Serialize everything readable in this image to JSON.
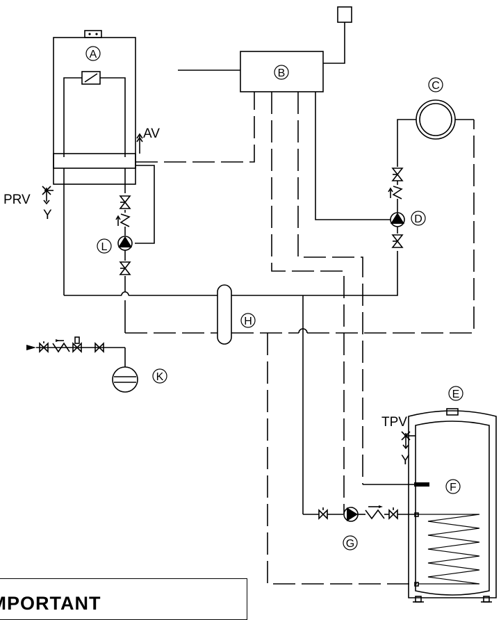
{
  "labels": {
    "A": "A",
    "B": "B",
    "C": "C",
    "D": "D",
    "E": "E",
    "F": "F",
    "G": "G",
    "H": "H",
    "K": "K",
    "L": "L",
    "AV": "AV",
    "PRV": "PRV",
    "PRV_Y": "Y",
    "TPV": "TPV",
    "TPV_Y": "Y"
  },
  "notice": {
    "important": "IMPORTANT"
  }
}
